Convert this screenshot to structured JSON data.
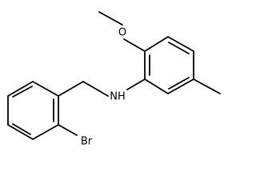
{
  "molecule": {
    "atoms": {
      "oxygen": "O",
      "nitrogen_hydrogen": "NH",
      "bromine": "Br"
    }
  }
}
